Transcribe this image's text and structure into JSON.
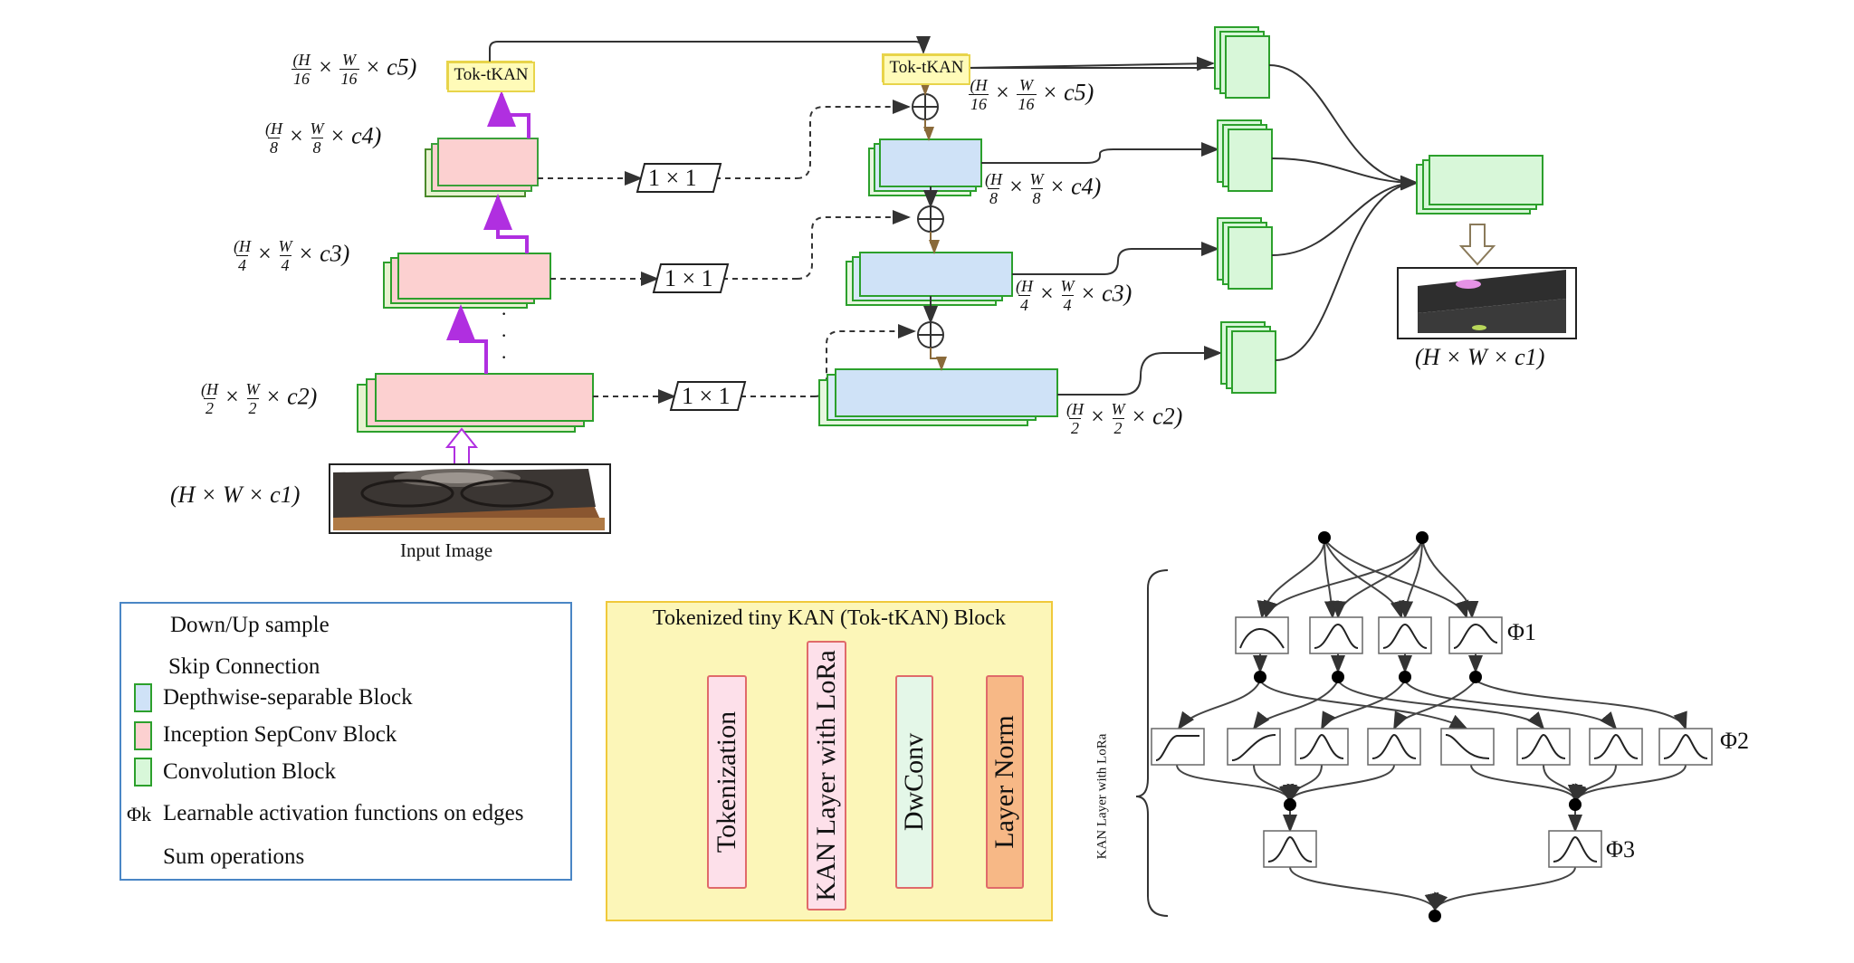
{
  "encoder": {
    "tok_label": "Tok-tKAN",
    "dims": [
      {
        "text": "(H/16 × W/16 × c5)",
        "num1": "(H",
        "den1": "16",
        "num2": "W",
        "den2": "16",
        "tail": "× c5)"
      },
      {
        "text": "(H/8 × W/8 × c4)",
        "num1": "(H",
        "den1": "8",
        "num2": "W",
        "den2": "8",
        "tail": "× c4)"
      },
      {
        "text": "(H/4 × W/4 × c3)",
        "num1": "(H",
        "den1": "4",
        "num2": "W",
        "den2": "4",
        "tail": "× c3)"
      },
      {
        "text": "(H/2 × W/2 × c2)",
        "num1": "(H",
        "den1": "2",
        "num2": "W",
        "den2": "2",
        "tail": "× c2)"
      }
    ],
    "input_dim": "(H × W × c1)",
    "input_label": "Input Image",
    "ellipsis": "·"
  },
  "skip": {
    "conv_label": "1 × 1"
  },
  "decoder": {
    "tok_label": "Tok-tKAN",
    "dims": [
      {
        "num1": "(H",
        "den1": "16",
        "num2": "W",
        "den2": "16",
        "tail": "× c5)"
      },
      {
        "num1": "(H",
        "den1": "8",
        "num2": "W",
        "den2": "8",
        "tail": "× c4)"
      },
      {
        "num1": "(H",
        "den1": "4",
        "num2": "W",
        "den2": "4",
        "tail": "× c3)"
      },
      {
        "num1": "(H",
        "den1": "2",
        "num2": "W",
        "den2": "2",
        "tail": "× c2)"
      }
    ],
    "output_dim": "(H × W × c1)"
  },
  "legend": {
    "items": [
      "Down/Up sample",
      "Skip Connection",
      "Depthwise-separable Block",
      "Inception SepConv Block",
      "Convolution Block",
      "Learnable activation functions on edges",
      "Sum operations"
    ],
    "phi_symbol": "Φk"
  },
  "tok_block": {
    "title": "Tokenized tiny KAN (Tok-tKAN) Block",
    "stages": [
      "Tokenization",
      "KAN Layer with LoRa",
      "DwConv",
      "Layer Norm"
    ]
  },
  "kan": {
    "side_label": "KAN Layer with LoRa",
    "phi_labels": [
      "Φ1",
      "Φ2",
      "Φ3"
    ]
  },
  "colors": {
    "encoder_block": "#fcd0d0",
    "decoder_block": "#cfe2f7",
    "conv_block": "#d8f7d9",
    "block_border": "#2ca02c",
    "updown_arrow": "#b02fe0",
    "tok_fill": "#fffbb8",
    "legend_border": "#4a86c5",
    "tk_panel": "#fcf6b8"
  }
}
